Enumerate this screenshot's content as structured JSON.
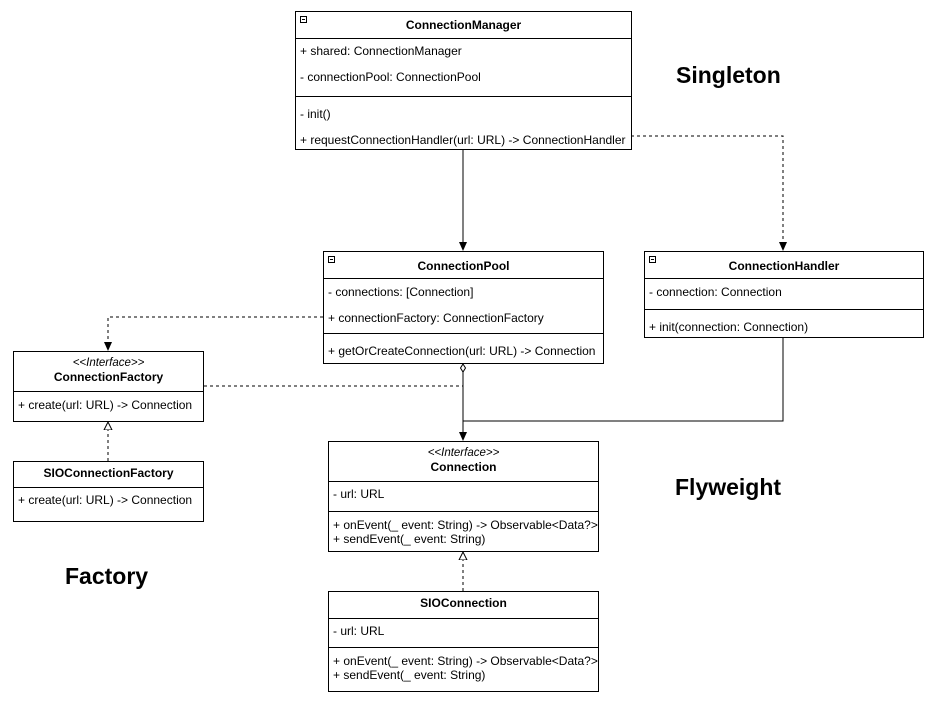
{
  "classes": {
    "connection_manager": {
      "name": "ConnectionManager",
      "attributes": [
        "+ shared: ConnectionManager",
        "- connectionPool: ConnectionPool"
      ],
      "methods": [
        "- init()",
        "+ requestConnectionHandler(url: URL) -> ConnectionHandler"
      ]
    },
    "connection_pool": {
      "name": "ConnectionPool",
      "attributes": [
        "- connections: [Connection]",
        "+ connectionFactory: ConnectionFactory"
      ],
      "methods": [
        "+ getOrCreateConnection(url: URL) -> Connection"
      ]
    },
    "connection_handler": {
      "name": "ConnectionHandler",
      "attributes": [
        "- connection: Connection"
      ],
      "methods": [
        "+ init(connection: Connection)"
      ]
    },
    "connection_factory": {
      "stereotype": "<<Interface>>",
      "name": "ConnectionFactory",
      "methods": [
        "+ create(url: URL) -> Connection"
      ]
    },
    "sio_connection_factory": {
      "name": "SIOConnectionFactory",
      "methods": [
        "+ create(url: URL) -> Connection"
      ]
    },
    "connection": {
      "stereotype": "<<Interface>>",
      "name": "Connection",
      "attributes": [
        "- url: URL"
      ],
      "methods": [
        "+ onEvent(_ event: String) -> Observable<Data?>",
        "+ sendEvent(_ event: String)"
      ]
    },
    "sio_connection": {
      "name": "SIOConnection",
      "attributes": [
        "- url: URL"
      ],
      "methods": [
        "+ onEvent(_ event: String) -> Observable<Data?>",
        "+ sendEvent(_ event: String)"
      ]
    }
  },
  "labels": {
    "singleton": "Singleton",
    "flyweight": "Flyweight",
    "factory": "Factory"
  }
}
